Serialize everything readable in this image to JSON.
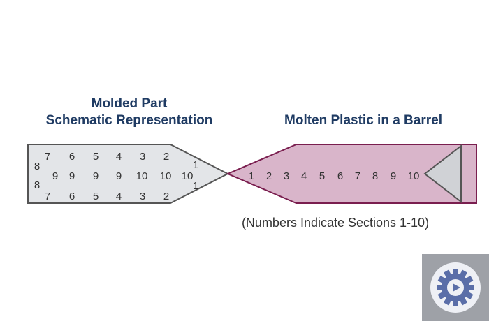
{
  "diagram": {
    "left_title_line1": "Molded Part",
    "left_title_line2": "Schematic Representation",
    "right_title": "Molten Plastic in a Barrel",
    "caption": "(Numbers Indicate Sections 1-10)",
    "part_top_row": [
      "7",
      "6",
      "5",
      "4",
      "3",
      "2"
    ],
    "part_mid_row": [
      "9",
      "9",
      "9",
      "9",
      "10",
      "10",
      "10"
    ],
    "part_bottom_row": [
      "7",
      "6",
      "5",
      "4",
      "3",
      "2"
    ],
    "part_left_labels": [
      "8",
      "8"
    ],
    "part_right_labels": [
      "1",
      "1"
    ],
    "barrel_numbers": [
      "1",
      "2",
      "3",
      "4",
      "5",
      "6",
      "7",
      "8",
      "9",
      "10"
    ]
  },
  "colors": {
    "title": "#1f3b63",
    "part_fill": "#e3e5e8",
    "part_stroke": "#555555",
    "barrel_fill": "#d9b5ca",
    "barrel_stroke": "#7a1e4f",
    "badge_bg": "#9ea1a7",
    "gear": "#5a6ea8"
  },
  "badge": {
    "icon": "gear-play-icon"
  }
}
